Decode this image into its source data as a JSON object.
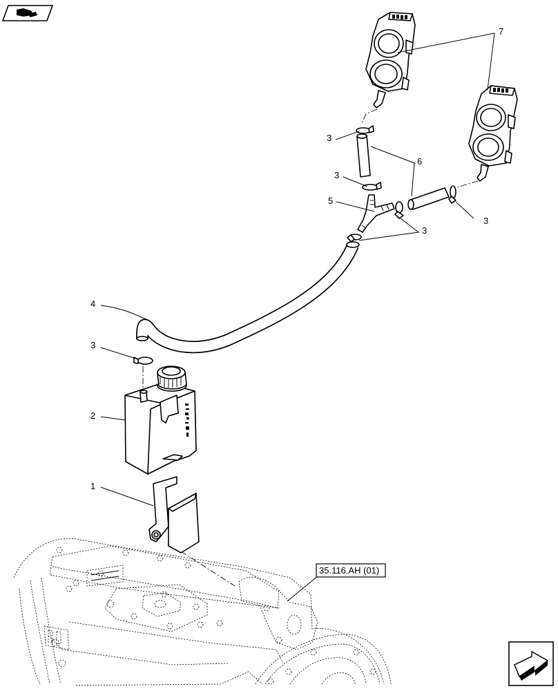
{
  "diagram": {
    "reference_label": "35.116.AH (01)",
    "callouts": {
      "c1": "1",
      "c2": "2",
      "c3_top": "3",
      "c3_mid": "3",
      "c3_right": "3",
      "c3_pair": "3",
      "c3_left": "3",
      "c4": "4",
      "c5": "5",
      "c6": "6",
      "c7": "7"
    }
  },
  "icons": {
    "top_left": "book-hand-icon",
    "bottom_right": "next-page-arrow-icon"
  }
}
